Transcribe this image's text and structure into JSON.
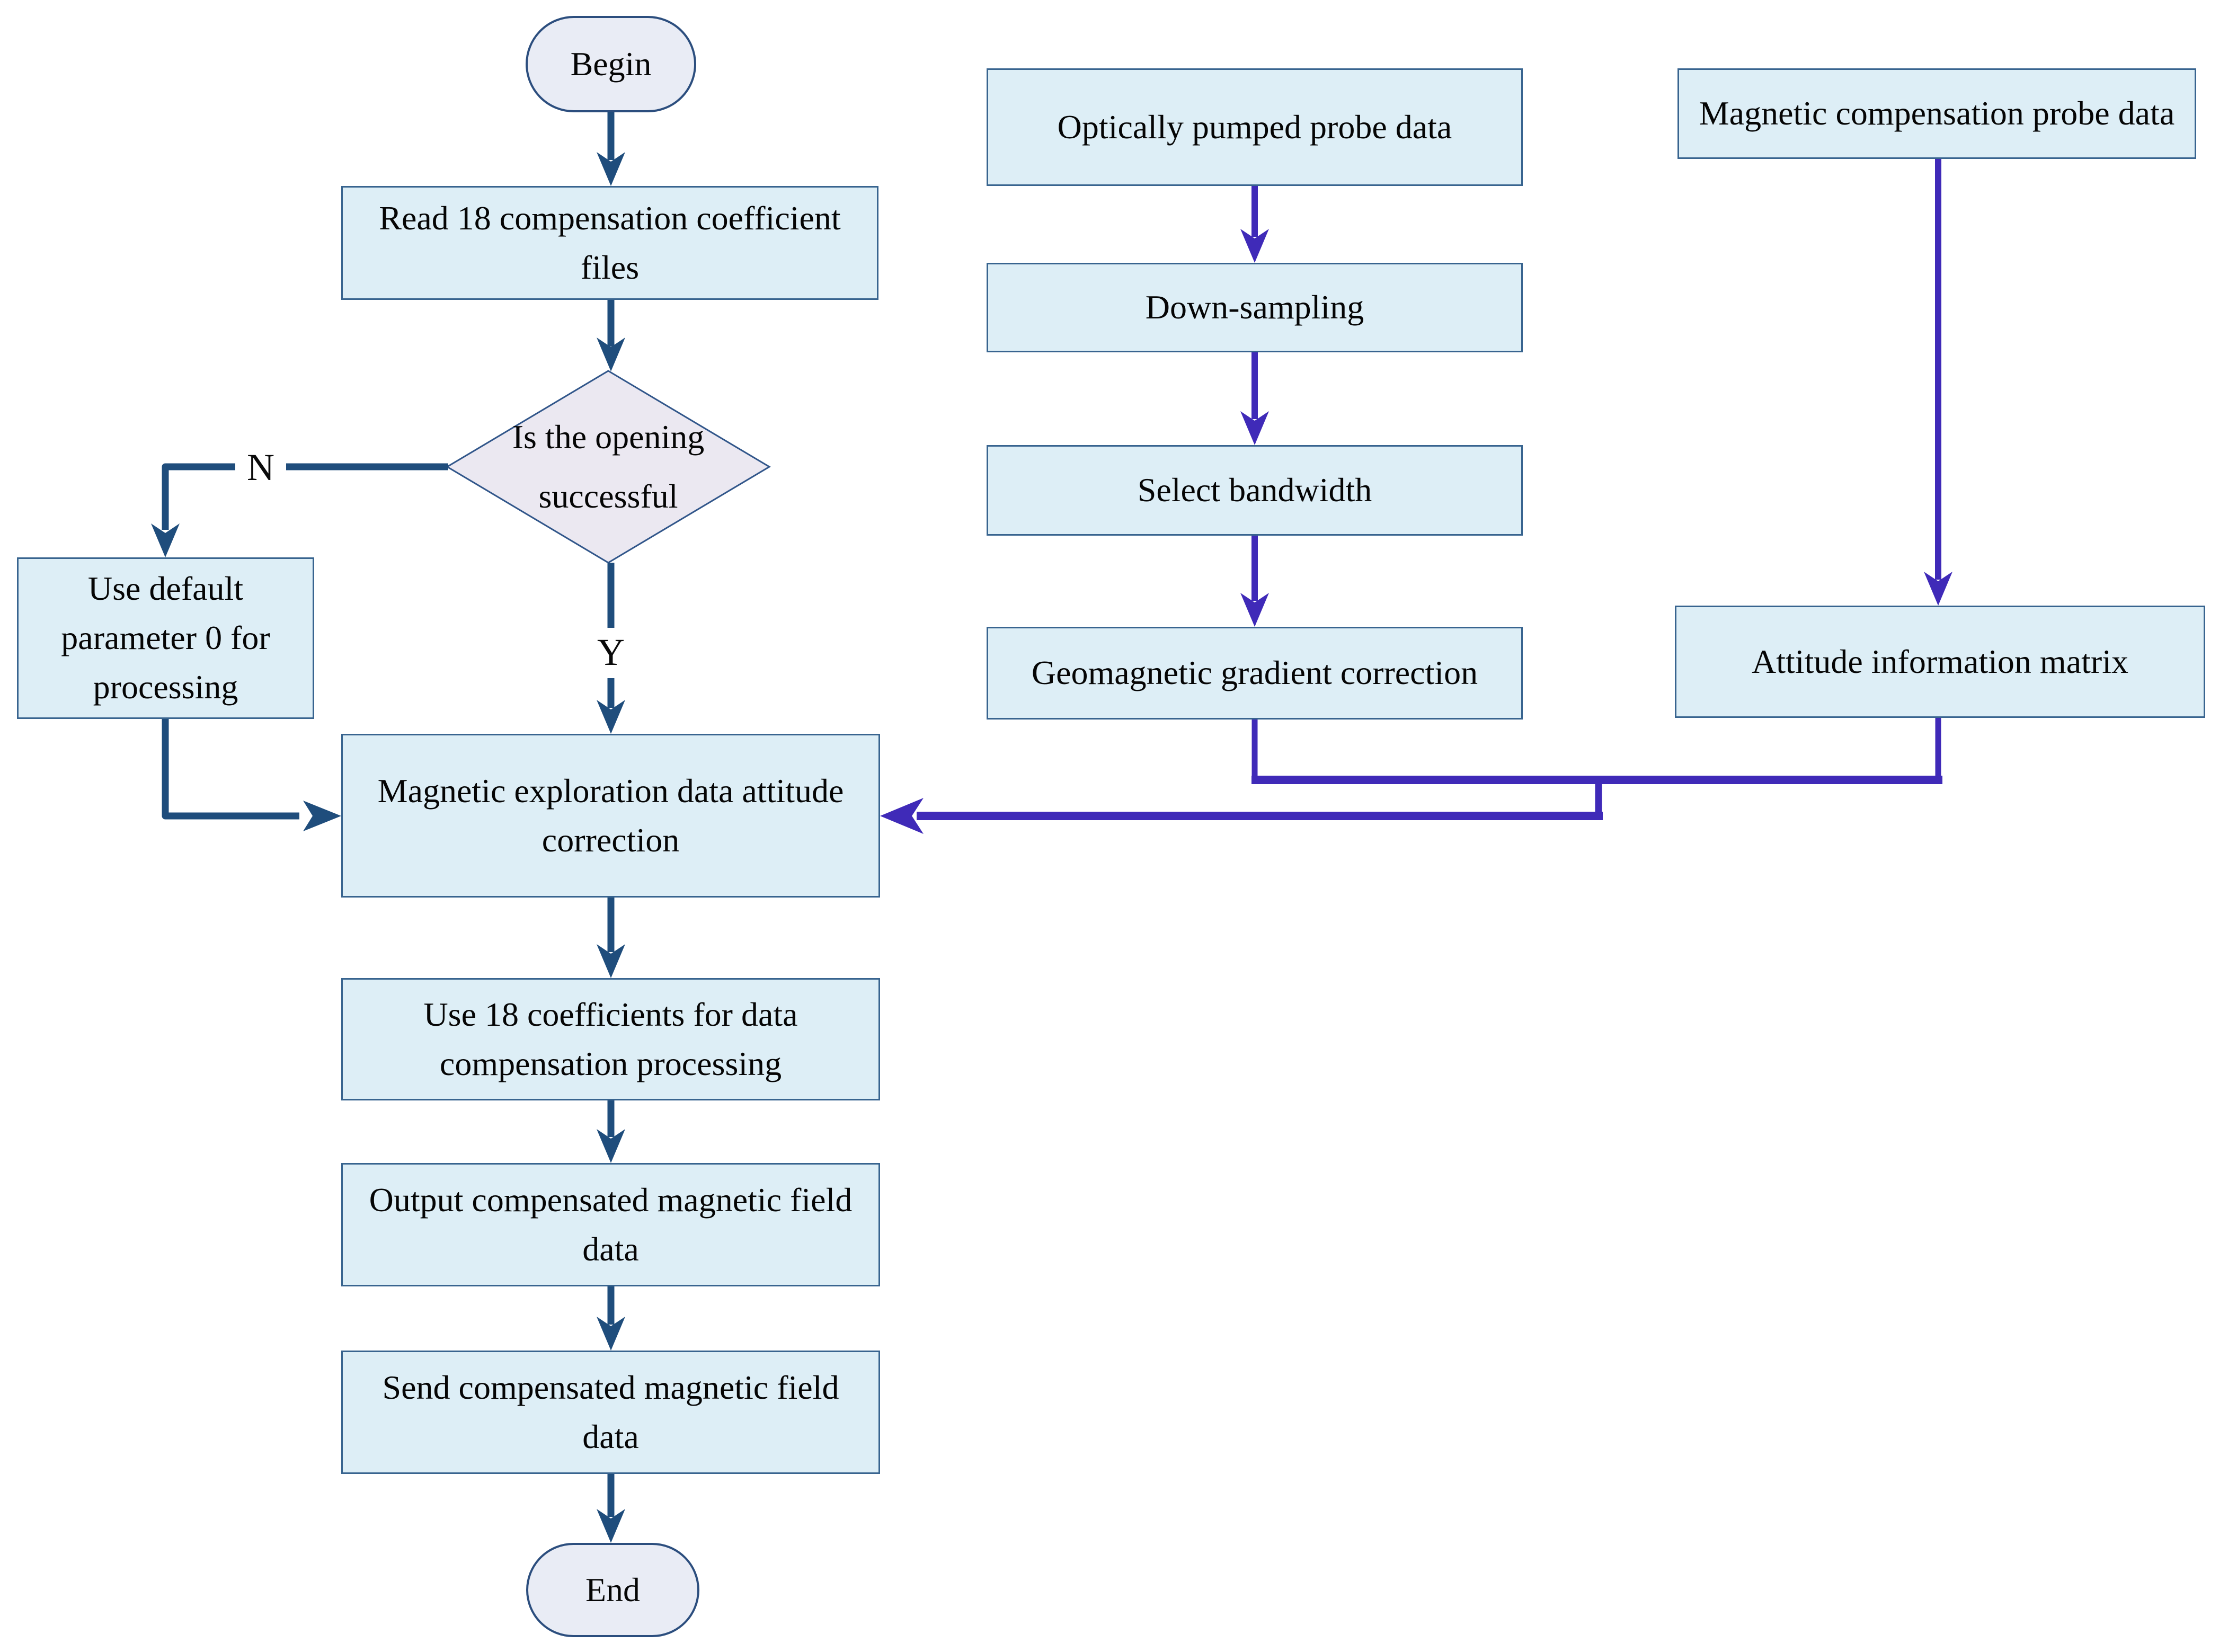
{
  "diagram": {
    "type": "flowchart",
    "nodes": {
      "begin": {
        "label": "Begin",
        "shape": "terminator"
      },
      "read_files": {
        "label": "Read 18 compensation coefficient files",
        "shape": "process"
      },
      "decision": {
        "label": "Is the opening successful",
        "shape": "decision"
      },
      "use_default": {
        "label": "Use default parameter 0 for processing",
        "shape": "process"
      },
      "attitude_correction": {
        "label": "Magnetic exploration data attitude correction",
        "shape": "process"
      },
      "use_18": {
        "label": "Use 18 coefficients for data compensation processing",
        "shape": "process"
      },
      "output_data": {
        "label": "Output compensated magnetic field data",
        "shape": "process"
      },
      "send_data": {
        "label": "Send compensated magnetic field data",
        "shape": "process"
      },
      "end": {
        "label": "End",
        "shape": "terminator"
      },
      "optically_pumped": {
        "label": "Optically pumped probe data",
        "shape": "process"
      },
      "down_sampling": {
        "label": "Down-sampling",
        "shape": "process"
      },
      "select_bandwidth": {
        "label": "Select bandwidth",
        "shape": "process"
      },
      "geomagnetic_correction": {
        "label": "Geomagnetic gradient correction",
        "shape": "process"
      },
      "magnetic_comp_probe": {
        "label": "Magnetic compensation probe data",
        "shape": "process"
      },
      "attitude_matrix": {
        "label": "Attitude information matrix",
        "shape": "process"
      }
    },
    "edge_labels": {
      "no": "N",
      "yes": "Y"
    },
    "edges": [
      "begin -> read_files",
      "read_files -> decision",
      "decision -N-> use_default",
      "decision -Y-> attitude_correction",
      "use_default -> attitude_correction",
      "attitude_correction -> use_18",
      "use_18 -> output_data",
      "output_data -> send_data",
      "send_data -> end",
      "optically_pumped -> down_sampling",
      "down_sampling -> select_bandwidth",
      "select_bandwidth -> geomagnetic_correction",
      "geomagnetic_correction -> attitude_correction",
      "magnetic_comp_probe -> attitude_matrix",
      "attitude_matrix -> attitude_correction"
    ],
    "colors": {
      "flow_arrow": "#1f4d7c",
      "data_arrow": "#3f2ab8",
      "process_fill": "#ddeef6",
      "process_border": "#38648f",
      "terminator_fill": "#e9ecf5",
      "terminator_border": "#2c4e7e",
      "decision_fill": "#ebe8f1",
      "decision_border": "#31568a",
      "text": "#050505",
      "background": "#ffffff"
    }
  }
}
